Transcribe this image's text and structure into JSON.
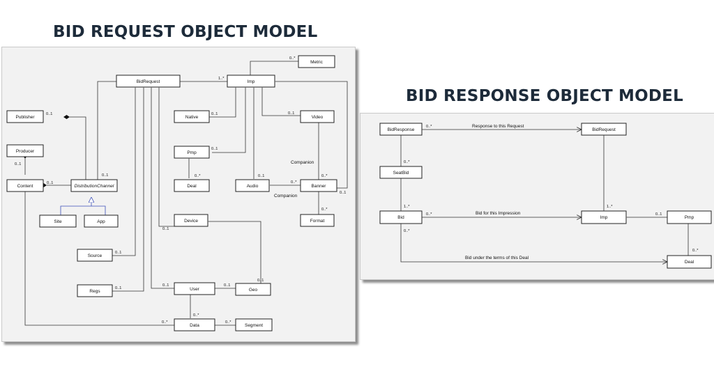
{
  "headings": {
    "request": "BID REQUEST OBJECT MODEL",
    "response": "BID RESPONSE OBJECT MODEL"
  },
  "request_model": {
    "boxes": {
      "BidRequest": "BidRequest",
      "Imp": "Imp",
      "Metric": "Metric",
      "Publisher": "Publisher",
      "Producer": "Producer",
      "Content": "Content",
      "DistributionChannel": "DistributionChannel",
      "Site": "Site",
      "App": "App",
      "Native": "Native",
      "Pmp": "Pmp",
      "Deal": "Deal",
      "Audio": "Audio",
      "Video": "Video",
      "Banner": "Banner",
      "Format": "Format",
      "Device": "Device",
      "Source": "Source",
      "Regs": "Regs",
      "User": "User",
      "Geo": "Geo",
      "Data": "Data",
      "Segment": "Segment"
    },
    "multiplicity": {
      "imp_metric": "0..*",
      "bidrequest_imp": "1..*",
      "publisher": "0..1",
      "producer": "0..1",
      "content": "0..1",
      "distchannel": "0..1",
      "native": "0..1",
      "pmp": "0..1",
      "deal": "0..*",
      "audio": "0..1",
      "banner_audio": "0..*",
      "video": "0..1",
      "video_banner": "0..*",
      "banner_imp": "0..1",
      "format": "0..*",
      "device": "0..1",
      "source": "0..1",
      "regs": "0..1",
      "user": "0..1",
      "geo_device": "0..1",
      "geo_user": "0..1",
      "data": "0..*",
      "content_data": "0..*",
      "segment": "0..*"
    },
    "labels": {
      "companion_video": "Companion",
      "companion_audio": "Companion"
    }
  },
  "response_model": {
    "boxes": {
      "BidResponse": "BidResponse",
      "BidRequest": "BidRequest",
      "SeatBid": "SeatBid",
      "Bid": "Bid",
      "Imp": "Imp",
      "Pmp": "Pmp",
      "Deal": "Deal"
    },
    "labels": {
      "response_to": "Response to this Request",
      "bid_for": "Bid for this Impression",
      "bid_under": "Bid under the terms of this Deal"
    },
    "multiplicity": {
      "bidresponse_bidrequest": "0..*",
      "seatbid": "0..*",
      "bid": "1..*",
      "bid_imp": "0..*",
      "bid_deal": "0..*",
      "imp_bid": "1..*",
      "pmp": "0..1",
      "deal": "0..*"
    }
  }
}
